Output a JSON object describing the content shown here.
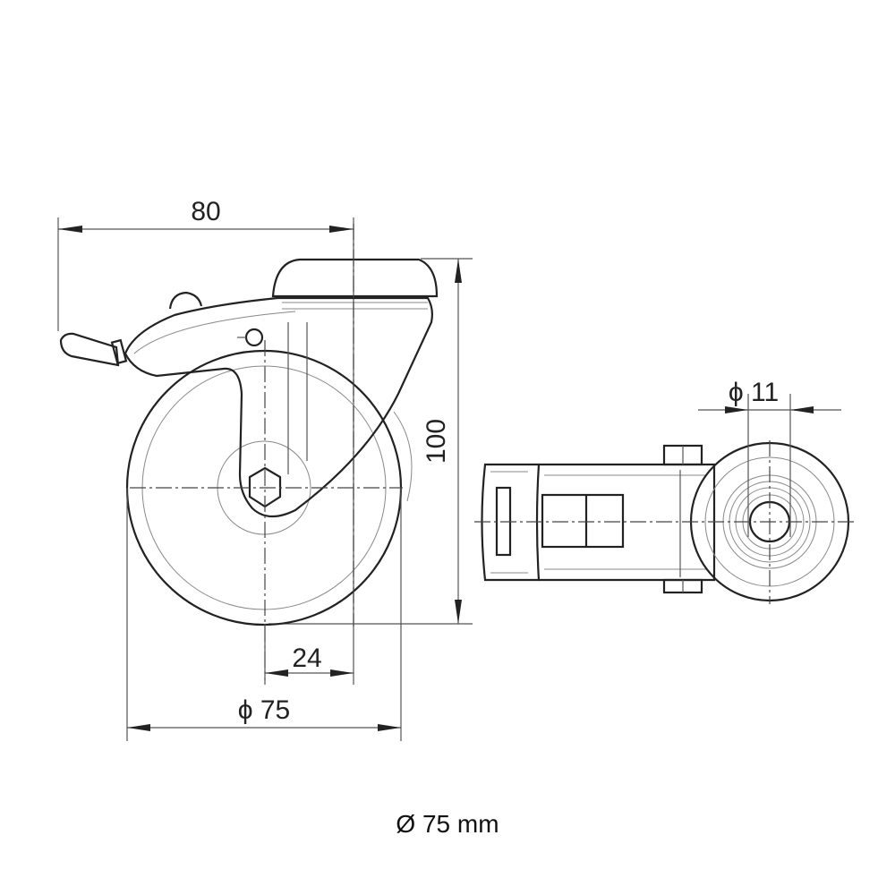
{
  "drawing": {
    "subject": "swivel caster with brake, bolt-hole top",
    "side_view": {
      "dim_width": "80",
      "dim_height": "100",
      "dim_offset": "24",
      "dim_wheel_diameter": "ϕ 75"
    },
    "top_view": {
      "dim_bolt_hole": "ϕ 11"
    }
  },
  "caption": "Ø 75 mm"
}
